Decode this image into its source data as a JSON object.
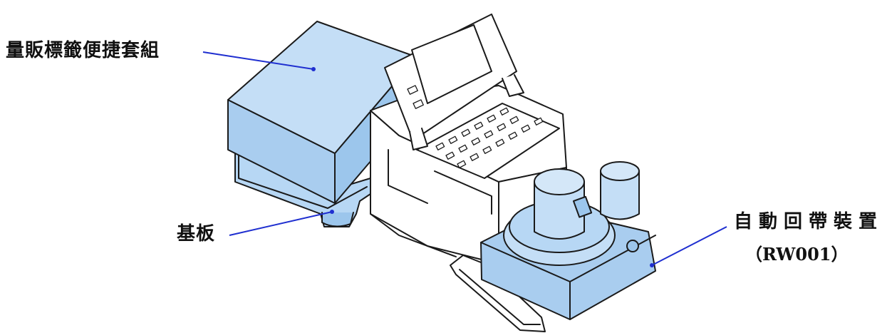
{
  "labels": {
    "kit": "量販標籤便捷套組",
    "base": "基板",
    "rewinder": "自動回帶裝置",
    "rewinder_model": "（RW001）"
  },
  "colors": {
    "part_fill": "#b7d7f4",
    "part_fill_dark": "#9cc6ec",
    "outline": "#1a1a1a",
    "leader": "#1f2fd0",
    "device_fill": "#ffffff"
  }
}
